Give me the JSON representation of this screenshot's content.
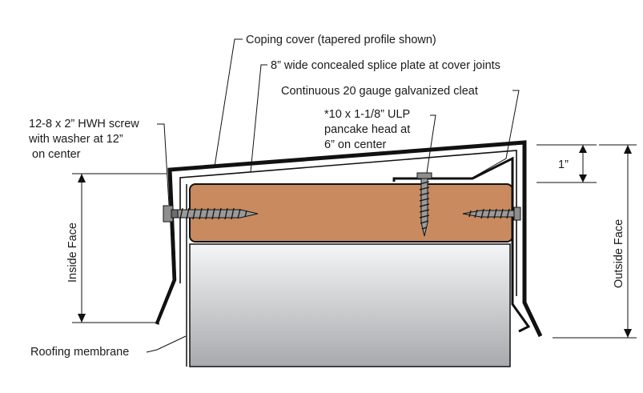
{
  "labels": {
    "coping_cover": "Coping cover (tapered profile shown)",
    "splice_plate": "8” wide concealed splice plate at cover joints",
    "cleat": "Continuous 20 gauge galvanized cleat",
    "pancake_screw": [
      "*10 x 1-1/8” ULP",
      "pancake head at",
      "6” on center"
    ],
    "hwh_screw": [
      "12-8 x 2” HWH screw",
      "with washer at 12”",
      " on center"
    ],
    "roofing_membrane": "Roofing membrane"
  },
  "dimensions": {
    "inside_face": "Inside Face",
    "outside_face": "Outside Face",
    "one_inch": "1”"
  },
  "colors": {
    "wood": "#c88a5e",
    "wall_light": "#f4f5f6",
    "wall_dark": "#a7a9ac",
    "line": "#111111"
  }
}
